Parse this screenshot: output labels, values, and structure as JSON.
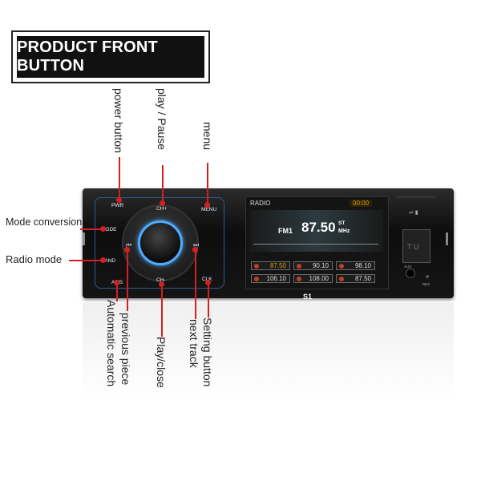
{
  "title": "PRODUCT FRONT BUTTON",
  "labels": {
    "power_button": "power button",
    "play_pause": "play / Pause",
    "menu": "menu",
    "mode_conversion": "Mode conversion",
    "radio_mode": "Radio mode",
    "automatic_search": "Automatic search",
    "previous_piece": "previous piece",
    "play_close": "Play/close",
    "next_track": "next track",
    "setting_button": "Setting button"
  },
  "device": {
    "buttons": {
      "pwr": "PWR",
      "ch_plus": "CH+",
      "menu": "MENU",
      "mode": "MODE",
      "band": "BAND",
      "ams": "AMS",
      "ch_minus": "CH-",
      "clk": "CLK"
    },
    "screen": {
      "mode": "RADIO",
      "time": "00:00",
      "band": "FM1",
      "frequency": "87.50",
      "stereo": "ST",
      "unit": "MHz",
      "presets": [
        "87.50",
        "90.10",
        "98.10",
        "106.10",
        "108.00",
        "87.50"
      ]
    },
    "model": "S1",
    "aux": "AUX",
    "res": "RES",
    "slot": "T U",
    "colors": {
      "accent_blue": "#3fa2ff",
      "callout_red": "#d42020",
      "time_amber": "#e0a000"
    }
  }
}
